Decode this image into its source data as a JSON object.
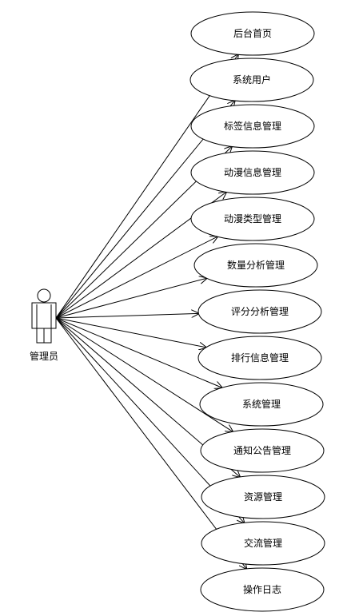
{
  "actor": {
    "label": "管理员",
    "icon": "stick-figure-icon"
  },
  "use_cases": [
    "后台首页",
    "系统用户",
    "标签信息管理",
    "动漫信息管理",
    "动漫类型管理",
    "数量分析管理",
    "评分分析管理",
    "排行信息管理",
    "系统管理",
    "通知公告管理",
    "资源管理",
    "交流管理",
    "操作日志"
  ]
}
